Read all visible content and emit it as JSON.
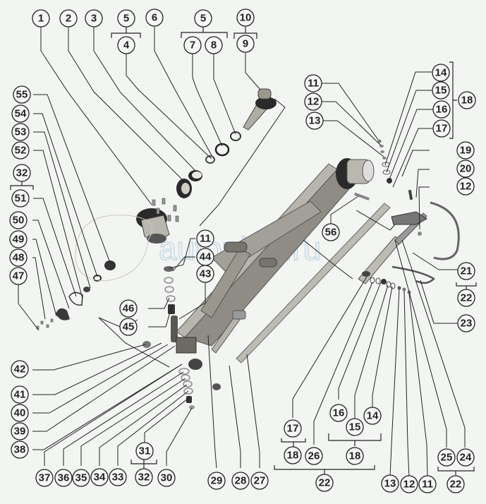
{
  "diagram": {
    "title": "Front axle exploded parts diagram",
    "watermark": "autopiter.ru",
    "callouts": [
      "1",
      "2",
      "3",
      "4",
      "5",
      "6",
      "7",
      "8",
      "9",
      "10",
      "11",
      "12",
      "13",
      "14",
      "15",
      "16",
      "17",
      "18",
      "19",
      "20",
      "21",
      "22",
      "23",
      "24",
      "25",
      "26",
      "27",
      "28",
      "29",
      "30",
      "31",
      "32",
      "33",
      "34",
      "35",
      "36",
      "37",
      "38",
      "39",
      "40",
      "41",
      "42",
      "43",
      "44",
      "45",
      "46",
      "47",
      "48",
      "49",
      "50",
      "51",
      "52",
      "53",
      "54",
      "55",
      "56"
    ],
    "assembly_groups": [
      {
        "parent": "5",
        "children": [
          "4"
        ]
      },
      {
        "parent": "5",
        "children": [
          "7",
          "8"
        ]
      },
      {
        "parent": "10",
        "children": [
          "9"
        ]
      },
      {
        "parent": "18",
        "children": [
          "14",
          "15",
          "16",
          "17"
        ]
      },
      {
        "parent": "32",
        "children": [
          "51"
        ]
      },
      {
        "parent": "32",
        "children": [
          "31"
        ]
      },
      {
        "parent": "22",
        "children": [
          "21"
        ]
      },
      {
        "parent": "22",
        "children": [
          "18",
          "26",
          "18"
        ]
      },
      {
        "parent": "18",
        "children": [
          "17"
        ]
      },
      {
        "parent": "18",
        "children": [
          "16",
          "15",
          "14"
        ]
      },
      {
        "parent": "22",
        "children": [
          "25",
          "24"
        ]
      }
    ]
  },
  "colors": {
    "background": "#f3f5f3",
    "line": "#222222",
    "part_dark": "#2a2a2a",
    "part_mid": "#8c8a84",
    "part_light": "#c9c7c0",
    "watermark": "#b8cfe0"
  }
}
